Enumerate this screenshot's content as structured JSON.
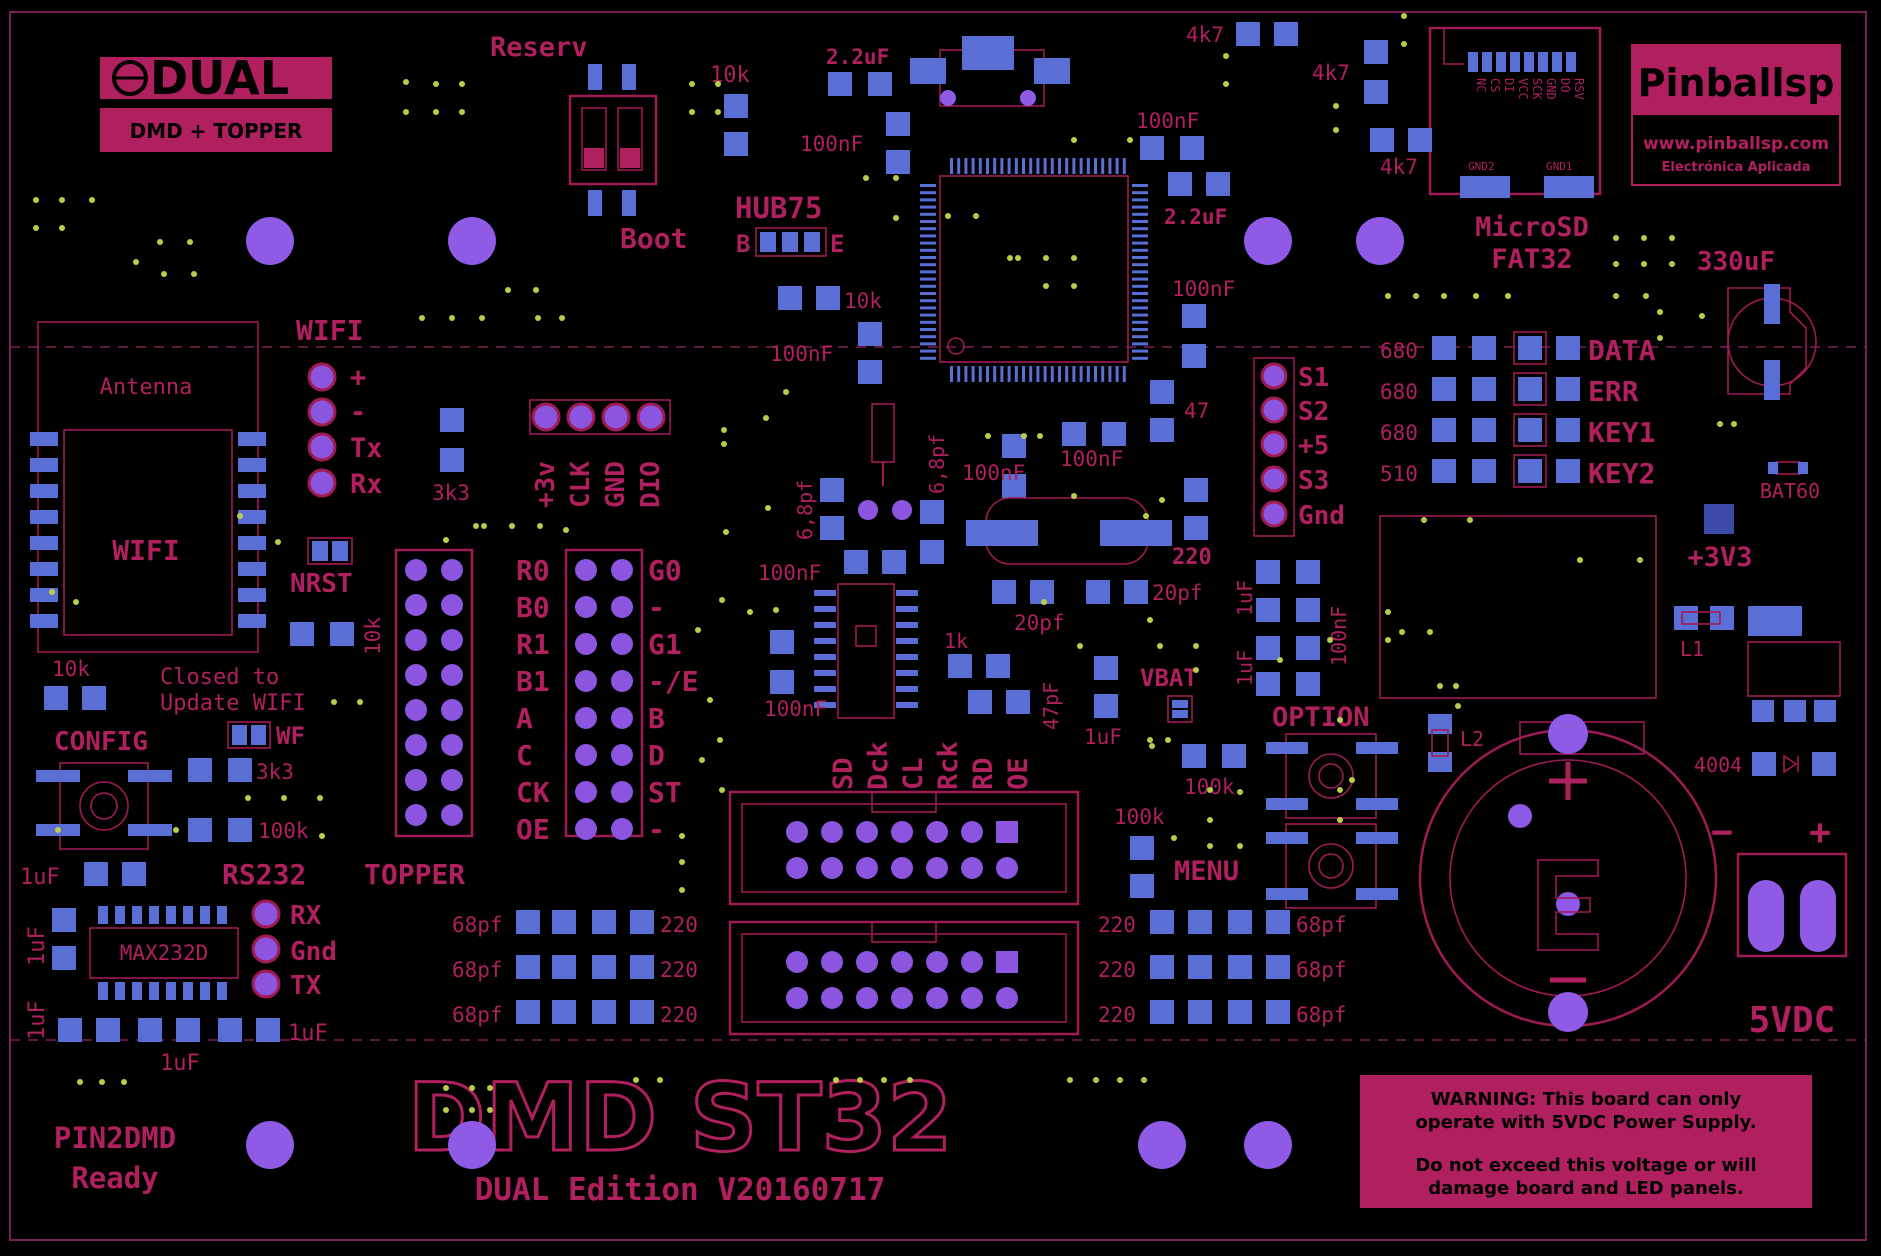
{
  "colors": {
    "silk": "#b01f5e",
    "pad": "#5a6fd6",
    "pin": "#8b55e0",
    "via": "#b9cd4b",
    "board": "#000000"
  },
  "logo": {
    "brand": "DUAL",
    "tagline": "DMD + TOPPER"
  },
  "company": {
    "name": "Pinballsp",
    "url": "www.pinballsp.com",
    "subtitle": "Electrónica Aplicada"
  },
  "board": {
    "title": "DMD ST32",
    "edition": "DUAL Edition V20160717"
  },
  "status": {
    "line1": "PIN2DMD",
    "line2": "Ready"
  },
  "warning": {
    "line1": "WARNING: This board can only",
    "line2": "operate with 5VDC Power Supply.",
    "line3": "Do not exceed this voltage or will",
    "line4": "damage board and LED panels."
  },
  "wifi": {
    "module": "WIFI",
    "antenna": "Antenna",
    "header": "WIFI",
    "pins": [
      "+",
      "-",
      "Tx",
      "Rx"
    ],
    "nrst": "NRST",
    "r10k": "10k",
    "closed1": "Closed to",
    "closed2": "Update WIFI",
    "wf": "WF",
    "r3k3": "3k3"
  },
  "config": {
    "label": "CONFIG",
    "r100k": "100k",
    "r3k3": "3k3",
    "r10k": "10k"
  },
  "rs232": {
    "label": "RS232",
    "chip": "MAX232D",
    "pins": [
      "RX",
      "Gnd",
      "TX"
    ],
    "caps": [
      "1uF",
      "1uF",
      "1uF",
      "1uF",
      "1uF"
    ]
  },
  "topper": {
    "label": "TOPPER",
    "r3k3": "3k3"
  },
  "hub75": {
    "label": "HUB75",
    "b": "B",
    "e": "E",
    "left": [
      "R0",
      "B0",
      "R1",
      "B1",
      "A",
      "C",
      "CK",
      "OE"
    ],
    "right": [
      "G0",
      "-",
      "G1",
      "-/E",
      "B",
      "D",
      "ST",
      "-"
    ]
  },
  "tm1637": {
    "pins": [
      "+3v",
      "CLK",
      "GND",
      "DIO"
    ]
  },
  "switch": {
    "reserv": "Reserv",
    "boot": "Boot",
    "r10k": "10k"
  },
  "mcu_area": {
    "c22a": "2.2uF",
    "c100a": "100nF",
    "c100b": "100nF",
    "c22b": "2.2uF",
    "c100c": "100nF",
    "c100d": "100nF",
    "r10k": "10k",
    "r47": "47",
    "c100e": "100nF",
    "c100f": "100nF",
    "c68a": "6,8pf",
    "c68b": "6,8pf",
    "c100g": "100nF",
    "c20a": "20pf",
    "c20b": "20pf",
    "r220": "220",
    "c1uf": "1uF",
    "c100h": "100nF",
    "r1k": "1k",
    "c47pf": "47pF",
    "c100i": "100nF",
    "c1ufb": "1uF",
    "c1ufc": "1uF"
  },
  "dmd_conn": {
    "pins": [
      "SD",
      "Dck",
      "CL",
      "Rck",
      "RD",
      "OE"
    ]
  },
  "switches": {
    "s": [
      "S1",
      "S2",
      "+5",
      "S3",
      "Gnd"
    ]
  },
  "microsd": {
    "label": "MicroSD",
    "fs": "FAT32",
    "pins": [
      "NC",
      "CS",
      "DI",
      "VCC",
      "SCK",
      "GND",
      "DO",
      "RSV"
    ],
    "gnd1": "GND1",
    "gnd2": "GND2",
    "r4k7a": "4k7",
    "r4k7b": "4k7",
    "r4k7c": "4k7"
  },
  "leds": {
    "rows": [
      {
        "r": "680",
        "name": "DATA"
      },
      {
        "r": "680",
        "name": "ERR"
      },
      {
        "r": "680",
        "name": "KEY1"
      },
      {
        "r": "510",
        "name": "KEY2"
      }
    ]
  },
  "power": {
    "c330": "330uF",
    "bat60": "BAT60",
    "v33": "+3V3",
    "l1": "L1",
    "l2": "L2",
    "diode": "4004",
    "minus": "−",
    "plus": "+",
    "vdc": "5VDC",
    "vbat": "VBAT",
    "option": "OPTION",
    "menu": "MENU",
    "r100k_a": "100k",
    "r100k_b": "100k"
  },
  "rc_left": {
    "caps": [
      "68pf",
      "68pf",
      "68pf"
    ],
    "res": [
      "220",
      "220",
      "220"
    ]
  },
  "rc_right": {
    "res": [
      "220",
      "220",
      "220"
    ],
    "caps": [
      "68pf",
      "68pf",
      "68pf"
    ]
  }
}
